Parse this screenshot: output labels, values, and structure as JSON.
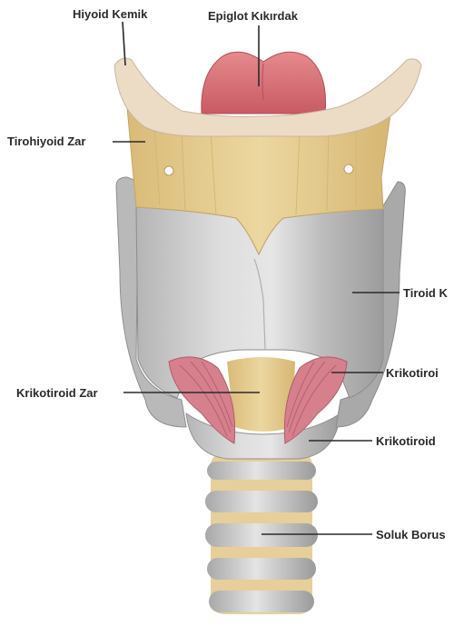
{
  "figure": {
    "labels": {
      "hyoid_bone": "Hiyoid Kemik",
      "epiglottis": "Epiglot Kıkırdak",
      "thyrohyoid_membrane": "Tirohiyoid Zar",
      "thyroid_cartilage": "Tiroid K",
      "cricothyroid_muscle": "Krikotiroi",
      "cricothyroid_membrane": "Krikotiroid Zar",
      "cricoid_cartilage": "Krikotiroid",
      "trachea": "Soluk Borus"
    },
    "colors": {
      "hyoid": "#ecdcc6",
      "membrane": "#e2c98a",
      "epiglottis": "#d9737a",
      "thyroid_cartilage": "#c9c9c9",
      "muscle": "#d98592",
      "trachea_ring": "#c6c6c6",
      "trachea_gap": "#e8d3a2"
    }
  }
}
